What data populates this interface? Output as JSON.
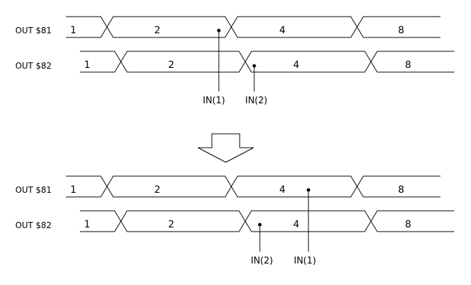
{
  "panels": [
    {
      "id": "before",
      "signals": [
        {
          "name": "OUT $81",
          "values": [
            "1",
            "2",
            "4",
            "8"
          ]
        },
        {
          "name": "OUT $82",
          "values": [
            "1",
            "2",
            "4",
            "8"
          ]
        }
      ],
      "probes": [
        {
          "label": "IN(1)",
          "signal": "OUT $81",
          "value": "2"
        },
        {
          "label": "IN(2)",
          "signal": "OUT $82",
          "value": "4"
        }
      ]
    },
    {
      "id": "after",
      "signals": [
        {
          "name": "OUT $81",
          "values": [
            "1",
            "2",
            "4",
            "8"
          ]
        },
        {
          "name": "OUT $82",
          "values": [
            "1",
            "2",
            "4",
            "8"
          ]
        }
      ],
      "probes": [
        {
          "label": "IN(2)",
          "signal": "OUT $82",
          "value": "4"
        },
        {
          "label": "IN(1)",
          "signal": "OUT $81",
          "value": "4"
        }
      ]
    }
  ],
  "transition_arrow": "down-arrow-icon"
}
